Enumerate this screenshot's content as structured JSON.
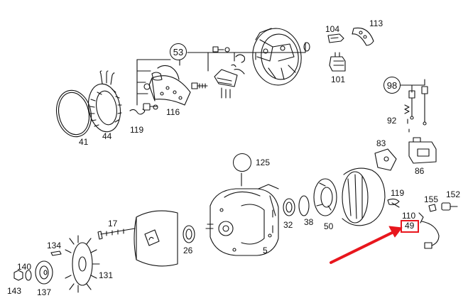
{
  "diagram": {
    "labels": {
      "p41": "41",
      "p44": "44",
      "p119a": "119",
      "p116": "116",
      "p53": "53",
      "p104": "104",
      "p113": "113",
      "p101": "101",
      "p98": "98",
      "p92": "92",
      "p83": "83",
      "p86": "86",
      "p125": "125",
      "p119b": "119",
      "p155": "155",
      "p152": "152",
      "p110": "110",
      "p49": "49",
      "p17": "17",
      "p134": "134",
      "p140": "140",
      "p143": "143",
      "p137": "137",
      "p131": "131",
      "p26": "26",
      "p32": "32",
      "p38": "38",
      "p50": "50",
      "p5": "5"
    },
    "colors": {
      "line": "#111111",
      "highlight": "#e8161d"
    },
    "icons": {
      "arrow": "red-arrow-icon",
      "wrench": "wrench-icon"
    }
  }
}
